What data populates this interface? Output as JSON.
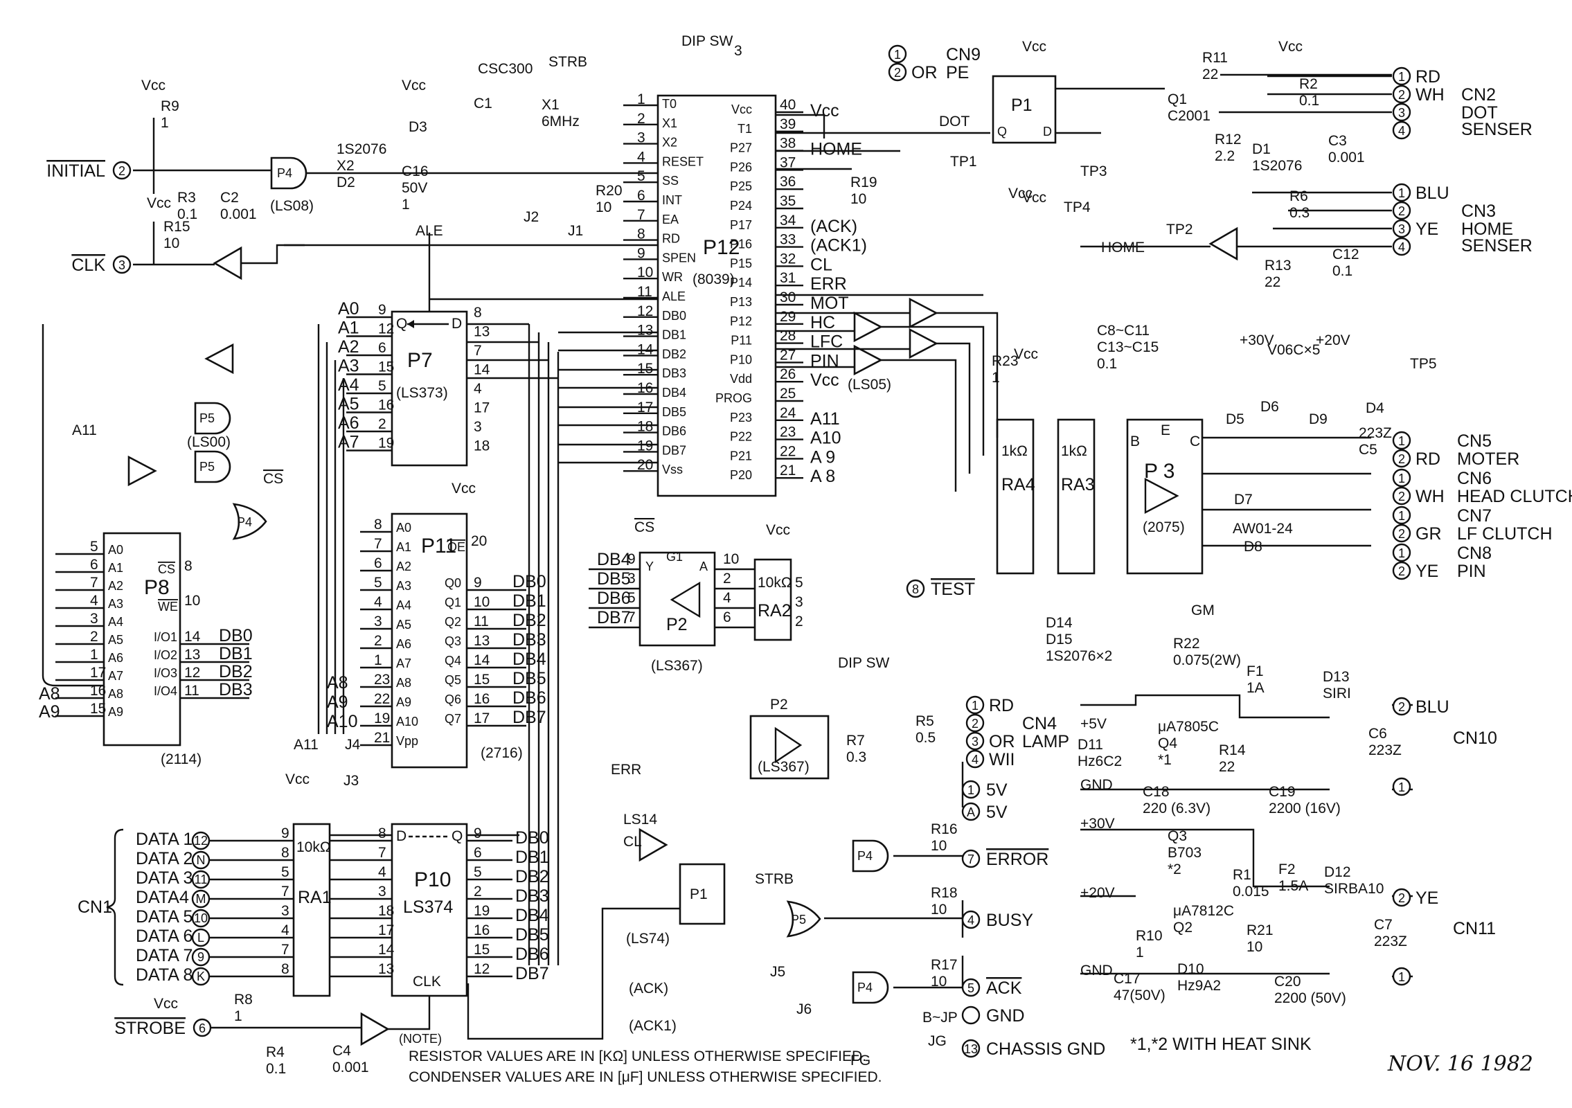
{
  "chips": {
    "p12": {
      "ref": "P12",
      "part": "(8039)"
    },
    "p7": {
      "ref": "P7",
      "part": "(LS373)"
    },
    "p11": {
      "ref": "P11",
      "part": "(2716)"
    },
    "p8": {
      "ref": "P8",
      "part": "(2114)"
    },
    "p10": {
      "ref": "P10",
      "part": "LS374"
    },
    "p2": {
      "ref": "P2",
      "part": "(LS367)"
    },
    "p2b": {
      "ref": "P2",
      "part": "(LS367)"
    },
    "p3": {
      "ref": "P 3",
      "part": "(2075)"
    },
    "p1": {
      "ref": "P1",
      "part": "(LS74)"
    },
    "p1top": {
      "ref": "P1"
    },
    "ra1": {
      "ref": "RA1",
      "value": "10kΩ"
    },
    "ra2": {
      "ref": "RA2",
      "value": "10kΩ"
    },
    "ra3": {
      "ref": "RA3",
      "value": "1kΩ"
    },
    "ra4": {
      "ref": "RA4",
      "value": "1kΩ"
    },
    "ls08": "(LS08)",
    "ls00": "(LS00)",
    "ls05": "(LS05)",
    "ls14": "LS14"
  },
  "p12_left": [
    {
      "n": "1",
      "name": "T0"
    },
    {
      "n": "2",
      "name": "X1"
    },
    {
      "n": "3",
      "name": "X2"
    },
    {
      "n": "4",
      "name": "RESET"
    },
    {
      "n": "5",
      "name": "SS"
    },
    {
      "n": "6",
      "name": "INT"
    },
    {
      "n": "7",
      "name": "EA"
    },
    {
      "n": "8",
      "name": "RD"
    },
    {
      "n": "9",
      "name": "SPEN"
    },
    {
      "n": "10",
      "name": "WR"
    },
    {
      "n": "11",
      "name": "ALE"
    },
    {
      "n": "12",
      "name": "DB0"
    },
    {
      "n": "13",
      "name": "DB1"
    },
    {
      "n": "14",
      "name": "DB2"
    },
    {
      "n": "15",
      "name": "DB3"
    },
    {
      "n": "16",
      "name": "DB4"
    },
    {
      "n": "17",
      "name": "DB5"
    },
    {
      "n": "18",
      "name": "DB6"
    },
    {
      "n": "19",
      "name": "DB7"
    },
    {
      "n": "20",
      "name": "Vss"
    }
  ],
  "p12_right": [
    {
      "n": "40",
      "name": "Vcc",
      "sig": "Vcc"
    },
    {
      "n": "39",
      "name": "T1",
      "sig": ""
    },
    {
      "n": "38",
      "name": "P27",
      "sig": "HOME"
    },
    {
      "n": "37",
      "name": "P26",
      "sig": ""
    },
    {
      "n": "36",
      "name": "P25",
      "sig": ""
    },
    {
      "n": "35",
      "name": "P24",
      "sig": ""
    },
    {
      "n": "34",
      "name": "P17",
      "sig": "(ACK)"
    },
    {
      "n": "33",
      "name": "P16",
      "sig": "(ACK1)"
    },
    {
      "n": "32",
      "name": "P15",
      "sig": "CL"
    },
    {
      "n": "31",
      "name": "P14",
      "sig": "ERR"
    },
    {
      "n": "30",
      "name": "P13",
      "sig": "MOT"
    },
    {
      "n": "29",
      "name": "P12",
      "sig": "HC"
    },
    {
      "n": "28",
      "name": "P11",
      "sig": "LFC"
    },
    {
      "n": "27",
      "name": "P10",
      "sig": "PIN"
    },
    {
      "n": "26",
      "name": "Vdd",
      "sig": "Vcc"
    },
    {
      "n": "25",
      "name": "PROG",
      "sig": ""
    },
    {
      "n": "24",
      "name": "P23",
      "sig": "A11"
    },
    {
      "n": "23",
      "name": "P22",
      "sig": "A10"
    },
    {
      "n": "22",
      "name": "P21",
      "sig": "A 9"
    },
    {
      "n": "21",
      "name": "P20",
      "sig": "A 8"
    }
  ],
  "p7_in": [
    {
      "sig": "A0",
      "n": "9"
    },
    {
      "sig": "A1",
      "n": "12"
    },
    {
      "sig": "A2",
      "n": "6"
    },
    {
      "sig": "A3",
      "n": "15"
    },
    {
      "sig": "A4",
      "n": "5"
    },
    {
      "sig": "A5",
      "n": "16"
    },
    {
      "sig": "A6",
      "n": "2"
    },
    {
      "sig": "A7",
      "n": "19"
    }
  ],
  "p7_out": [
    "8",
    "13",
    "7",
    "14",
    "4",
    "17",
    "3",
    "18"
  ],
  "p11_in": [
    {
      "n": "8",
      "name": "A0"
    },
    {
      "n": "7",
      "name": "A1"
    },
    {
      "n": "6",
      "name": "A2"
    },
    {
      "n": "5",
      "name": "A3"
    },
    {
      "n": "4",
      "name": "A4"
    },
    {
      "n": "3",
      "name": "A5"
    },
    {
      "n": "2",
      "name": "A6"
    },
    {
      "n": "1",
      "name": "A7"
    },
    {
      "n": "23",
      "name": "A8",
      "sig": "A8"
    },
    {
      "n": "22",
      "name": "A9",
      "sig": "A9"
    },
    {
      "n": "19",
      "name": "A10",
      "sig": "A10"
    },
    {
      "n": "21",
      "name": "Vpp"
    }
  ],
  "p11_out": [
    {
      "name": "Q0",
      "n": "9",
      "sig": "DB0"
    },
    {
      "name": "Q1",
      "n": "10",
      "sig": "DB1"
    },
    {
      "name": "Q2",
      "n": "11",
      "sig": "DB2"
    },
    {
      "name": "Q3",
      "n": "13",
      "sig": "DB3"
    },
    {
      "name": "Q4",
      "n": "14",
      "sig": "DB4"
    },
    {
      "name": "Q5",
      "n": "15",
      "sig": "DB5"
    },
    {
      "name": "Q6",
      "n": "16",
      "sig": "DB6"
    },
    {
      "name": "Q7",
      "n": "17",
      "sig": "DB7"
    }
  ],
  "p8_in": [
    {
      "n": "5",
      "name": "A0"
    },
    {
      "n": "6",
      "name": "A1"
    },
    {
      "n": "7",
      "name": "A2"
    },
    {
      "n": "4",
      "name": "A3"
    },
    {
      "n": "3",
      "name": "A4"
    },
    {
      "n": "2",
      "name": "A5"
    },
    {
      "n": "1",
      "name": "A6"
    },
    {
      "n": "17",
      "name": "A7"
    },
    {
      "n": "16",
      "name": "A8",
      "sig": "A8"
    },
    {
      "n": "15",
      "name": "A9",
      "sig": "A9"
    }
  ],
  "p8_io": [
    {
      "name": "I/O1",
      "n": "14",
      "sig": "DB0"
    },
    {
      "name": "I/O2",
      "n": "13",
      "sig": "DB1"
    },
    {
      "name": "I/O3",
      "n": "12",
      "sig": "DB2"
    },
    {
      "name": "I/O4",
      "n": "11",
      "sig": "DB3"
    }
  ],
  "cn1": {
    "label": "CN1",
    "rows": [
      {
        "name": "DATA 1",
        "pin": "12",
        "ra": "9",
        "p10in": "8",
        "p10out": "9",
        "db": "DB0"
      },
      {
        "name": "DATA 2",
        "pin": "N",
        "ra": "8",
        "p10in": "7",
        "p10out": "6",
        "db": "DB1"
      },
      {
        "name": "DATA 3",
        "pin": "11",
        "ra": "5",
        "p10in": "4",
        "p10out": "5",
        "db": "DB2"
      },
      {
        "name": "DATA4",
        "pin": "M",
        "ra": "7",
        "p10in": "3",
        "p10out": "2",
        "db": "DB3"
      },
      {
        "name": "DATA 5",
        "pin": "10",
        "ra": "3",
        "p10in": "18",
        "p10out": "19",
        "db": "DB4"
      },
      {
        "name": "DATA 6",
        "pin": "L",
        "ra": "4",
        "p10in": "17",
        "p10out": "16",
        "db": "DB5"
      },
      {
        "name": "DATA 7",
        "pin": "9",
        "ra": "7",
        "p10in": "14",
        "p10out": "15",
        "db": "DB6"
      },
      {
        "name": "DATA 8",
        "pin": "K",
        "ra": "8",
        "p10in": "13",
        "p10out": "12",
        "db": "DB7"
      }
    ]
  },
  "p2": {
    "inputs": [
      {
        "sig": "DB4",
        "n": "9"
      },
      {
        "sig": "DB5",
        "n": "3"
      },
      {
        "sig": "DB6",
        "n": "5"
      },
      {
        "sig": "DB7",
        "n": "7"
      }
    ],
    "outs": [
      "10",
      "2",
      "4",
      "6"
    ],
    "ra2": [
      "5",
      "3",
      "2"
    ]
  },
  "connectors": {
    "cn2": {
      "label": "CN2",
      "desc": [
        "DOT",
        "SENSER"
      ],
      "pins": [
        {
          "n": "1",
          "sig": "RD"
        },
        {
          "n": "2",
          "sig": "WH"
        },
        {
          "n": "3",
          "sig": ""
        },
        {
          "n": "4",
          "sig": ""
        }
      ]
    },
    "cn3": {
      "label": "CN3",
      "desc": [
        "HOME",
        "SENSER"
      ],
      "pins": [
        {
          "n": "1",
          "sig": "BLU"
        },
        {
          "n": "2",
          "sig": ""
        },
        {
          "n": "3",
          "sig": "YE"
        },
        {
          "n": "4",
          "sig": ""
        }
      ]
    },
    "cn9": {
      "label": "CN9",
      "desc": [
        "PE"
      ],
      "pins": [
        {
          "n": "1",
          "sig": ""
        },
        {
          "n": "2",
          "sig": "OR"
        }
      ]
    },
    "cn4": {
      "label": "CN4",
      "desc": [
        "LAMP"
      ],
      "pins": [
        {
          "n": "1",
          "sig": "RD"
        },
        {
          "n": "2",
          "sig": ""
        },
        {
          "n": "3",
          "sig": "OR"
        },
        {
          "n": "4",
          "sig": "WII"
        }
      ]
    },
    "cn5": {
      "label": "CN5",
      "desc": [
        "MOTER"
      ],
      "pins": [
        {
          "n": "1",
          "sig": ""
        },
        {
          "n": "2",
          "sig": "RD"
        }
      ]
    },
    "cn6": {
      "label": "CN6",
      "desc": [
        "HEAD CLUTCH"
      ],
      "pins": [
        {
          "n": "1",
          "sig": ""
        },
        {
          "n": "2",
          "sig": "WH"
        }
      ]
    },
    "cn7": {
      "label": "CN7",
      "desc": [
        "LF CLUTCH"
      ],
      "pins": [
        {
          "n": "1",
          "sig": ""
        },
        {
          "n": "2",
          "sig": "GR"
        }
      ]
    },
    "cn8": {
      "label": "CN8",
      "desc": [
        "PIN"
      ],
      "pins": [
        {
          "n": "1",
          "sig": ""
        },
        {
          "n": "2",
          "sig": "YE"
        }
      ]
    },
    "cn10": {
      "label": "CN10",
      "pins": [
        {
          "n": "2",
          "sig": "BLU"
        },
        {
          "n": "1",
          "sig": ""
        }
      ]
    },
    "cn11": {
      "label": "CN11",
      "pins": [
        {
          "n": "2",
          "sig": "YE"
        },
        {
          "n": "1",
          "sig": ""
        }
      ]
    }
  },
  "host_pins": [
    {
      "pin": "1",
      "sig": "5V"
    },
    {
      "pin": "A",
      "sig": "5V"
    },
    {
      "pin": "7",
      "sig": "ERROR"
    },
    {
      "pin": "4",
      "sig": "BUSY"
    },
    {
      "pin": "5",
      "sig": "ACK"
    },
    {
      "pin": "",
      "sig": "GND"
    },
    {
      "pin": "13",
      "sig": "CHASSIS GND"
    },
    {
      "pin": "2",
      "sig": "INITIAL"
    },
    {
      "pin": "3",
      "sig": "CLK"
    },
    {
      "pin": "6",
      "sig": "STROBE"
    },
    {
      "pin": "8",
      "sig": "TEST"
    }
  ],
  "components": {
    "R9": [
      "R9",
      "1"
    ],
    "R3": [
      "R3",
      "0.1"
    ],
    "C2": [
      "C2",
      "0.001"
    ],
    "R15": [
      "R15",
      "10"
    ],
    "D2": [
      "1S2076",
      "X2",
      "D2"
    ],
    "D3": "D3",
    "C16": [
      "C16",
      "50V",
      "1"
    ],
    "CSC": "CSC300",
    "X1": [
      "X1",
      "6MHz"
    ],
    "C1": "C1",
    "R20": [
      "R20",
      "10"
    ],
    "R19": [
      "R19",
      "10"
    ],
    "R11": [
      "R11",
      "22"
    ],
    "R2": [
      "R2",
      "0.1"
    ],
    "Q1": [
      "Q1",
      "C2001"
    ],
    "R12": [
      "R12",
      "2.2"
    ],
    "D1": [
      "D1",
      "1S2076"
    ],
    "C3": [
      "C3",
      "0.001"
    ],
    "R6": [
      "R6",
      "0.3"
    ],
    "R13": [
      "R13",
      "22"
    ],
    "C12": [
      "C12",
      "0.1"
    ],
    "C8": [
      "C8~C11",
      "C13~C15",
      "0.1"
    ],
    "R23": [
      "R23",
      "1"
    ],
    "V06C": "V06C×5",
    "D4": "D4",
    "D5": "D5",
    "D6": "D6",
    "D7": "D7",
    "D8": "D8",
    "D9": "D9",
    "C5": [
      "223Z",
      "C5"
    ],
    "AW": "AW01-24",
    "D14": [
      "D14",
      "D15",
      "1S2076×2"
    ],
    "R7": [
      "R7",
      "0.3"
    ],
    "R5": [
      "R5",
      "0.5"
    ],
    "R16": [
      "R16",
      "10"
    ],
    "R18": [
      "R18",
      "10"
    ],
    "R17": [
      "R17",
      "10"
    ],
    "R8": [
      "R8",
      "1"
    ],
    "R4": [
      "R4",
      "0.1"
    ],
    "C4": [
      "C4",
      "0.001"
    ],
    "R22": [
      "R22",
      "0.075(2W)"
    ],
    "F1": [
      "F1",
      "1A"
    ],
    "D13": [
      "D13",
      "SIRI"
    ],
    "D11": [
      "D11",
      "Hz6C2"
    ],
    "Q4": [
      "μA7805C",
      "Q4",
      "*1"
    ],
    "R14": [
      "R14",
      "22"
    ],
    "C18": [
      "C18",
      "220 (6.3V)"
    ],
    "C19": [
      "C19",
      "2200 (16V)"
    ],
    "C6": [
      "C6",
      "223Z"
    ],
    "Q3": [
      "Q3",
      "B703",
      "*2"
    ],
    "R1": [
      "R1",
      "0.015"
    ],
    "F2": [
      "F2",
      "1.5A"
    ],
    "D12": [
      "D12",
      "SIRBA10"
    ],
    "Q2": [
      "μA7812C",
      "Q2"
    ],
    "R10": [
      "R10",
      "1"
    ],
    "D10": [
      "D10",
      "Hz9A2"
    ],
    "R21": [
      "R21",
      "10"
    ],
    "C17": [
      "C17",
      "47(50V)"
    ],
    "C20": [
      "C20",
      "2200 (50V)"
    ],
    "C7": [
      "C7",
      "223Z"
    ]
  },
  "labels": {
    "vcc": "Vcc",
    "ale": "ALE",
    "strb": "STRB",
    "dipsw3": [
      "DIP SW",
      "3"
    ],
    "dipsw": "DIP SW",
    "dot": "DOT",
    "home": "HOME",
    "tp1": "TP1",
    "tp2": "TP2",
    "tp3": "TP3",
    "tp4": "TP4",
    "tp5": "TP5",
    "gm": "GM",
    "cs": "CS",
    "a11": "A11",
    "j1": "J1",
    "j2": "J2",
    "j3": "J3",
    "j4": "J4",
    "j5": "J5",
    "j6": "J6",
    "jg": "JG",
    "bjp": "B~JP",
    "fg": "FG",
    "note": "(NOTE)",
    "plus5v": "+5V",
    "v30": "+30V",
    "v20": "+20V",
    "gnd": "GND",
    "heatsink": "*1,*2 WITH HEAT SINK",
    "err": "ERR",
    "ack": "(ACK)",
    "ack1": "(ACK1)",
    "cl": "CL",
    "strb2": "STRB",
    "p3pins": [
      "B",
      "E",
      "C"
    ]
  },
  "notes": [
    "RESISTOR VALUES ARE IN [KΩ] UNLESS OTHERWISE SPECIFIED.",
    "CONDENSER VALUES ARE IN [μF] UNLESS OTHERWISE SPECIFIED."
  ],
  "date": "NOV. 16 1982"
}
